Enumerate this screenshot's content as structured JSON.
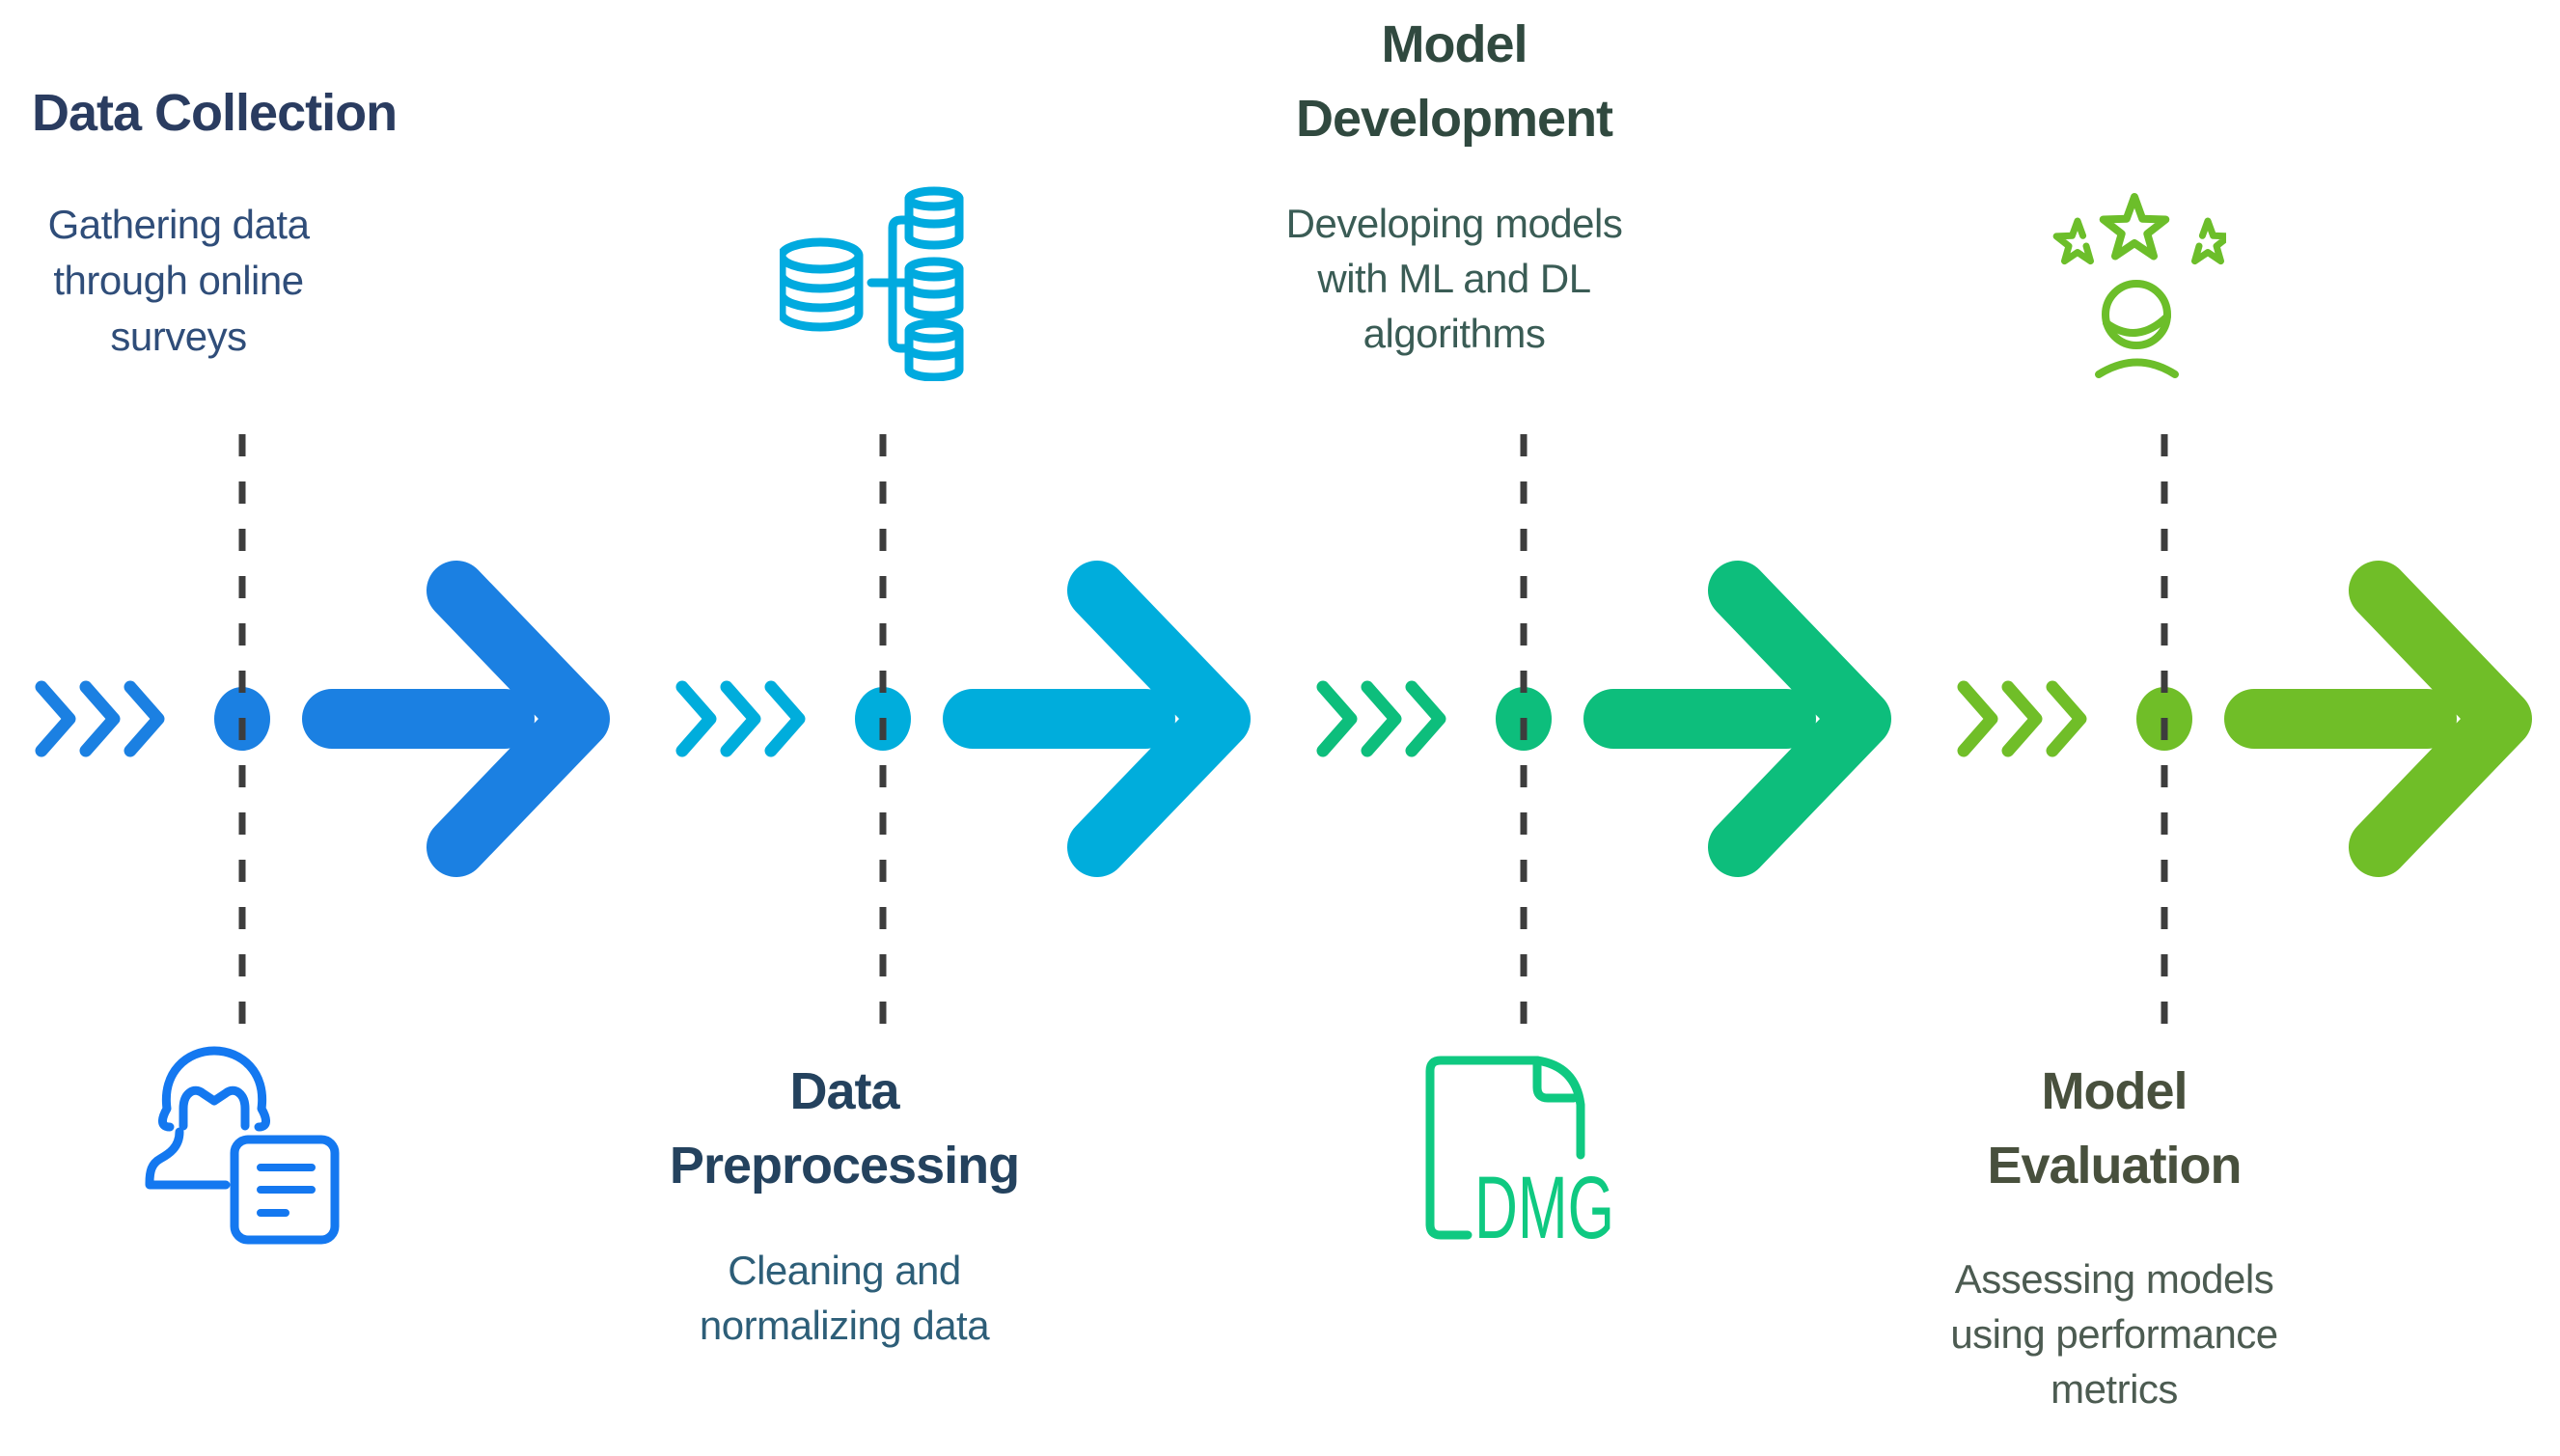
{
  "diagram": {
    "background": "#ffffff",
    "dash_color": "#3d3d3d",
    "stages": [
      {
        "name": "data-collection",
        "title": "Data Collection",
        "title_lines": [
          "Data Collection"
        ],
        "description": "Gathering data through online surveys",
        "description_lines": [
          "Gathering data",
          "through online",
          "surveys"
        ],
        "accent": "#1b80e2",
        "icon_color": "#1478f0",
        "title_color": "#2a3c60",
        "desc_color": "#2f4d79",
        "icon": "woman-survey-icon"
      },
      {
        "name": "data-preprocessing",
        "title": "Data Preprocessing",
        "title_lines": [
          "Data",
          "Preprocessing"
        ],
        "description": "Cleaning and normalizing data",
        "description_lines": [
          "Cleaning and",
          "normalizing data"
        ],
        "accent": "#00addc",
        "icon_color": "#00aadf",
        "title_color": "#24425e",
        "desc_color": "#2d5e78",
        "icon": "database-branch-icon"
      },
      {
        "name": "model-development",
        "title": "Model Development",
        "title_lines": [
          "Model",
          "Development"
        ],
        "description": "Developing models with ML and DL algorithms",
        "description_lines": [
          "Developing models",
          "with ML and DL",
          "algorithms"
        ],
        "accent": "#0dbe7c",
        "icon_color": "#0fc981",
        "icon_label": "DMG",
        "title_color": "#30493f",
        "desc_color": "#3a5c55",
        "icon": "dmg-file-icon"
      },
      {
        "name": "model-evaluation",
        "title": "Model Evaluation",
        "title_lines": [
          "Model",
          "Evaluation"
        ],
        "description": "Assessing models using performance metrics",
        "description_lines": [
          "Assessing models",
          "using performance",
          "metrics"
        ],
        "accent": "#70be28",
        "icon_color": "#6cbe2a",
        "title_color": "#48503d",
        "desc_color": "#4c5b51",
        "icon": "person-stars-icon"
      }
    ]
  }
}
